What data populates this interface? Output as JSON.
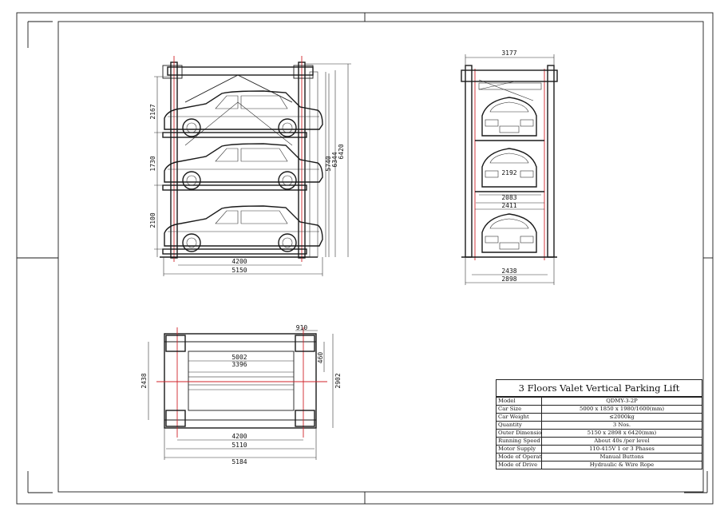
{
  "drawing": {
    "front_view": {
      "level_heights": [
        "2167",
        "1730",
        "2100"
      ],
      "height_dims": [
        "5740",
        "6344",
        "6420"
      ],
      "width_dims": [
        "4200",
        "5150"
      ]
    },
    "side_view": {
      "top_width": "3177",
      "inner_dims": [
        "2192",
        "2083",
        "2411"
      ],
      "bottom_dims": [
        "2438",
        "2898"
      ]
    },
    "top_view": {
      "top_dims": [
        "910",
        "5002",
        "3396"
      ],
      "right_dims": [
        "460",
        "2902"
      ],
      "left_dim": "2438",
      "bottom_dims": [
        "4200",
        "5110",
        "5184"
      ]
    }
  },
  "spec_table": {
    "title": "3 Floors Valet Vertical Parking Lift",
    "rows": [
      {
        "label": "Model",
        "value": "QDMY-3-2P"
      },
      {
        "label": "Car Size",
        "value": "5000 x 1850 x 1980/1600(mm)"
      },
      {
        "label": "Car Weight",
        "value": "≤2000kg"
      },
      {
        "label": "Quantity",
        "value": "3 Nos."
      },
      {
        "label": "Outer Dimension",
        "value": "5150 x 2898 x 6420(mm)"
      },
      {
        "label": "Running Speed",
        "value": "About 40s /per level"
      },
      {
        "label": "Motor Supply",
        "value": "110-415V 1 or 3 Phases"
      },
      {
        "label": "Mode of Operation",
        "value": "Manual Buttons"
      },
      {
        "label": "Mode of Drive",
        "value": "Hydraulic & Wire Rope"
      }
    ]
  }
}
